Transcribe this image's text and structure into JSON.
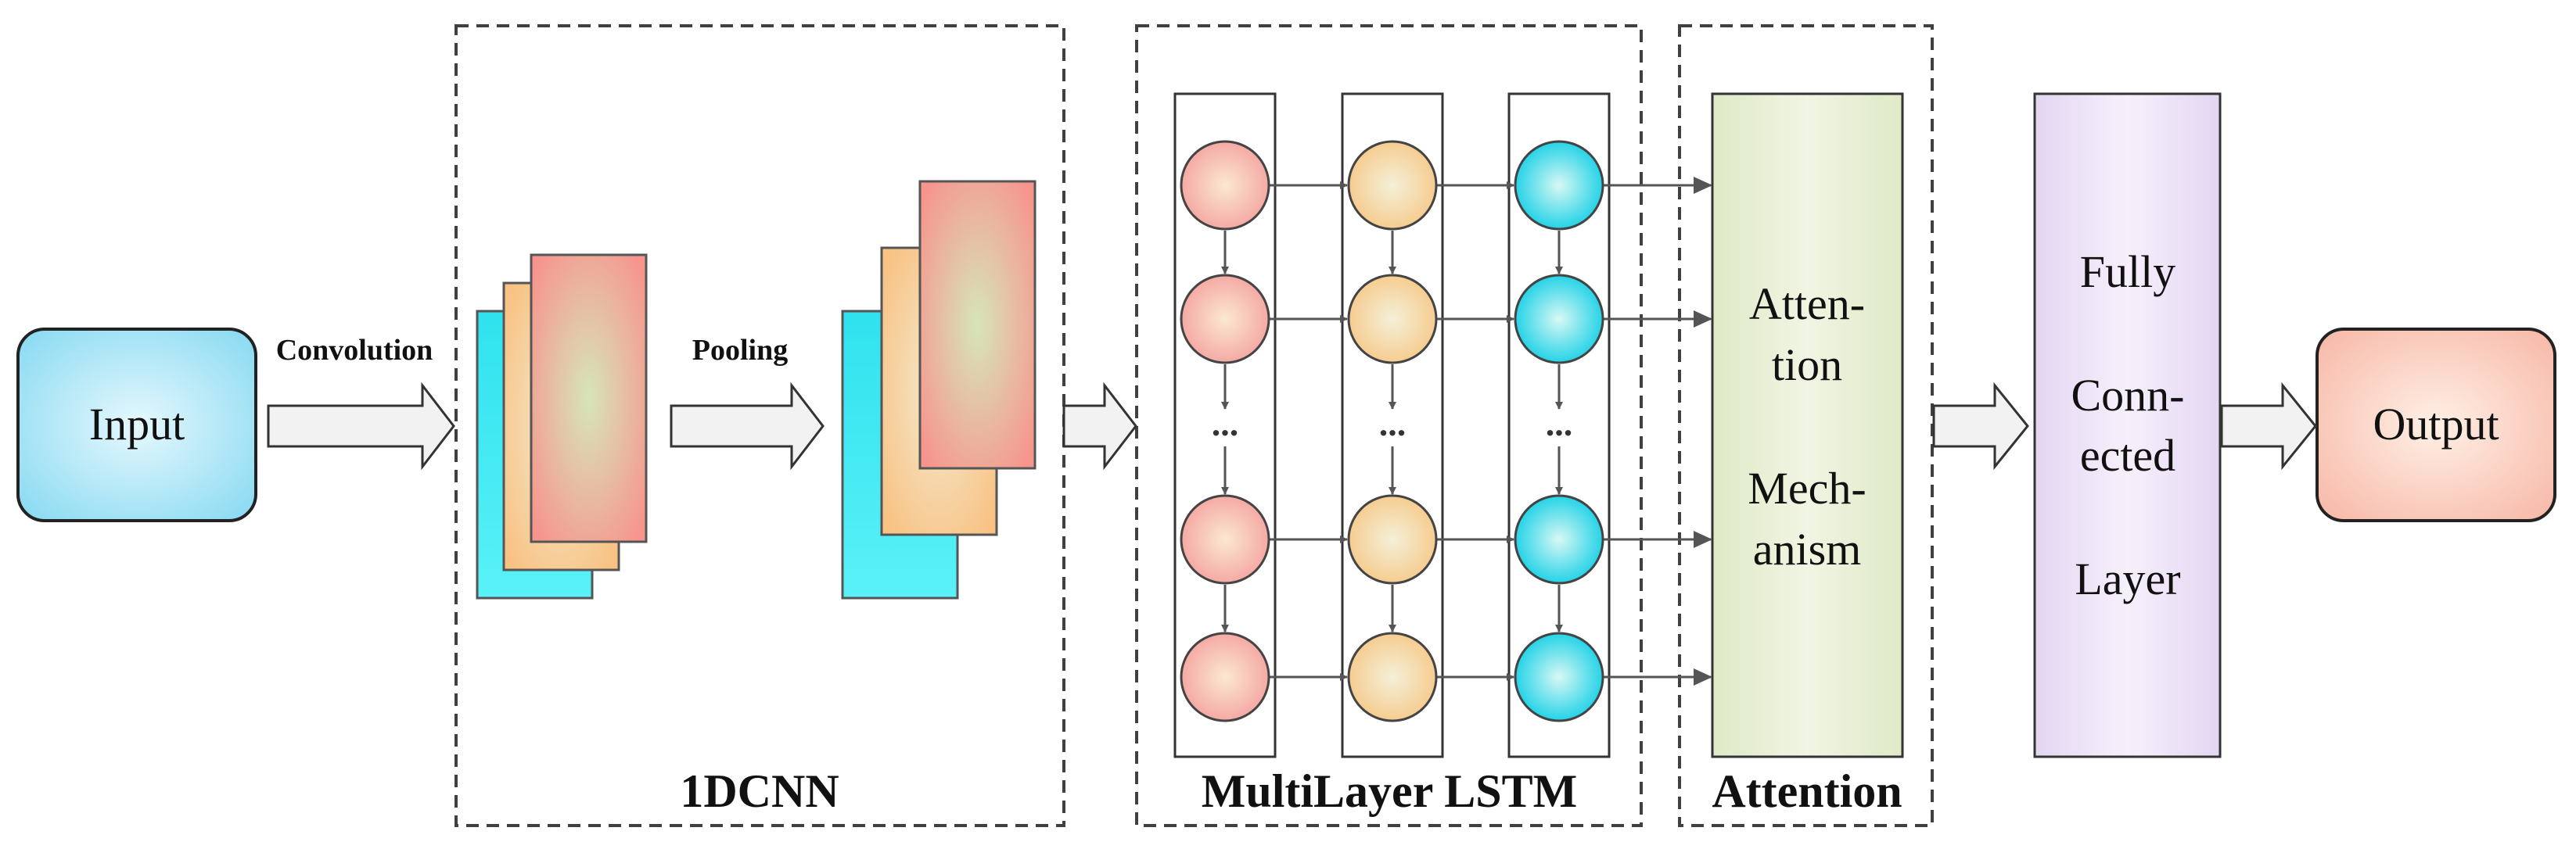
{
  "input": {
    "label": "Input"
  },
  "output": {
    "label": "Output"
  },
  "arrows": {
    "convolution_label": "Convolution",
    "pooling_label": "Pooling"
  },
  "groups": {
    "cnn_label": "1DCNN",
    "lstm_label": "MultiLayer LSTM",
    "attention_label": "Attention"
  },
  "lstm": {
    "ellipsis": "..."
  },
  "attention_block": {
    "lines": [
      "Atten-",
      "tion",
      "Mech-",
      "anism"
    ]
  },
  "fc_block": {
    "lines": [
      "Fully",
      "Conn-",
      "ected",
      "Layer"
    ]
  },
  "colors": {
    "input_fill": "#9ee4f5",
    "output_fill": "#fbd2c2",
    "feature_cyan": "#33e6f0",
    "feature_orange": "#f8c98a",
    "feature_pink": "#f59a94",
    "node_pink": "#f7b7b2",
    "node_orange": "#f7cd93",
    "node_cyan": "#27d3e8",
    "attention_fill": "#eaf0d8",
    "fc_fill": "#ece2f6",
    "dashed_border": "#404040",
    "connector": "#555555"
  }
}
